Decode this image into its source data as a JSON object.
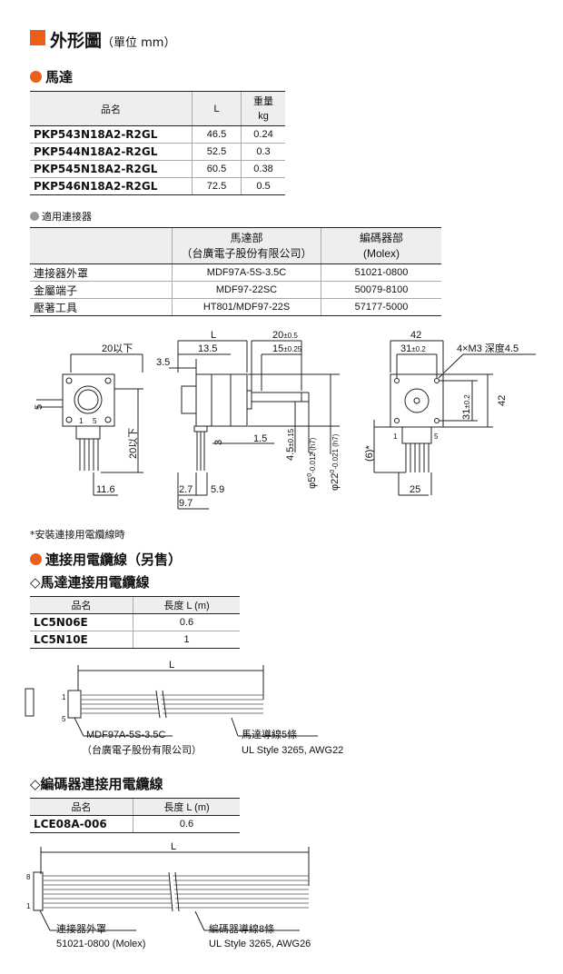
{
  "colors": {
    "accent": "#e8601c",
    "line": "#222222",
    "header_bg": "#eeeeee"
  },
  "title": {
    "main": "外形圖",
    "unit": "（單位 mm）"
  },
  "motor_section": {
    "heading": "馬達"
  },
  "motor_table": {
    "headers": {
      "name": "品名",
      "l": "L",
      "weight_1": "重量",
      "weight_2": "kg"
    },
    "rows": [
      {
        "name": "PKP543N18A2-R2GL",
        "l": "46.5",
        "w": "0.24"
      },
      {
        "name": "PKP544N18A2-R2GL",
        "l": "52.5",
        "w": "0.3"
      },
      {
        "name": "PKP545N18A2-R2GL",
        "l": "60.5",
        "w": "0.38"
      },
      {
        "name": "PKP546N18A2-R2GL",
        "l": "72.5",
        "w": "0.5"
      }
    ]
  },
  "connector_note": "適用連接器",
  "connector_table": {
    "headers": {
      "motor_1": "馬達部",
      "motor_2": "（台廣電子股份有限公司）",
      "enc_1": "編碼器部",
      "enc_2": "(Molex)"
    },
    "rows": [
      {
        "name": "連接器外罩",
        "motor": "MDF97A-5S-3.5C",
        "enc": "51021-0800"
      },
      {
        "name": "金屬端子",
        "motor": "MDF97-22SC",
        "enc": "50079-8100"
      },
      {
        "name": "壓著工具",
        "motor": "HT801/MDF97-22S",
        "enc": "57177-5000"
      }
    ]
  },
  "drawing": {
    "front": {
      "d_20a": "20以下",
      "d_5": "5",
      "d_20b": "20以下",
      "d_116": "11.6",
      "p1": "1",
      "p5": "5"
    },
    "side": {
      "d_L": "L",
      "d_135": "13.5",
      "d_35": "3.5",
      "d_20": "20",
      "t_20": "±0.5",
      "d_15": "15",
      "t_15": "±0.25",
      "d_3": "3",
      "d_15b": "1.5",
      "d_45": "4.5",
      "t_45": "±0.15",
      "d_phi5": "φ5",
      "t_phi5a": "0",
      "t_phi5b": "-0.012 (h7)",
      "d_phi22": "φ22",
      "t_phi22a": "0",
      "t_phi22b": "-0.021 (h7)",
      "d_27": "2.7",
      "d_59": "5.9",
      "d_97": "9.7"
    },
    "rear": {
      "d_42a": "42",
      "d_31": "31",
      "t_31": "±0.2",
      "d_m3": "4×M3 深度4.5",
      "d_31b": "31",
      "t_31b": "±0.2",
      "d_42b": "42",
      "d_6": "(6)*",
      "d_25": "25",
      "p1": "1",
      "p5": "5"
    }
  },
  "footnote": "*安裝連接用電纜線時",
  "cable_section": {
    "heading": "連接用電纜線（另售）"
  },
  "motor_cable": {
    "heading": "◇馬達連接用電纜線",
    "headers": {
      "name": "品名",
      "len": "長度 L (m)"
    },
    "rows": [
      {
        "name": "LC5N06E",
        "len": "0.6"
      },
      {
        "name": "LC5N10E",
        "len": "1"
      }
    ],
    "drawing": {
      "L": "L",
      "p1": "1",
      "p5": "5",
      "conn_1": "MDF97A-5S-3.5C",
      "conn_2": "（台廣電子股份有限公司）",
      "wire_1": "馬達導線5條",
      "wire_2": "UL Style 3265, AWG22"
    }
  },
  "encoder_cable": {
    "heading": "◇編碼器連接用電纜線",
    "headers": {
      "name": "品名",
      "len": "長度 L (m)"
    },
    "rows": [
      {
        "name": "LCE08A-006",
        "len": "0.6"
      }
    ],
    "drawing": {
      "L": "L",
      "p8": "8",
      "p1": "1",
      "conn_1": "連接器外罩",
      "conn_2": "51021-0800 (Molex)",
      "wire_1": "編碼器導線8條",
      "wire_2": "UL Style 3265, AWG26"
    }
  }
}
